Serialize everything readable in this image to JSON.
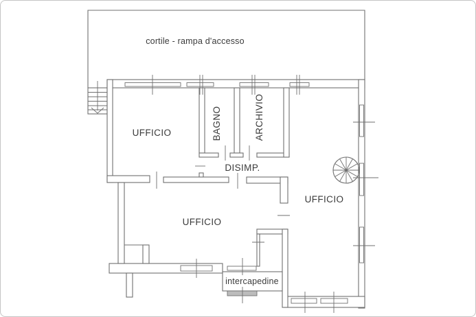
{
  "canvas": {
    "background": "#ffffff",
    "border_color": "#c4c4c4",
    "line_color": "#6f6f6f",
    "label_color": "#3a3a3a",
    "hatch_fill": "#bcbcbc"
  },
  "floorplan": {
    "rooms": {
      "courtyard": {
        "label": "cortile - rampa d'accesso"
      },
      "office_left": {
        "label": "UFFICIO"
      },
      "bathroom": {
        "label": "BAGNO"
      },
      "archive": {
        "label": "ARCHIVIO"
      },
      "hallway": {
        "label": "DISIMP."
      },
      "office_right": {
        "label": "UFFICIO"
      },
      "office_main": {
        "label": "UFFICIO"
      },
      "cavity": {
        "label": "intercapedine"
      }
    }
  }
}
